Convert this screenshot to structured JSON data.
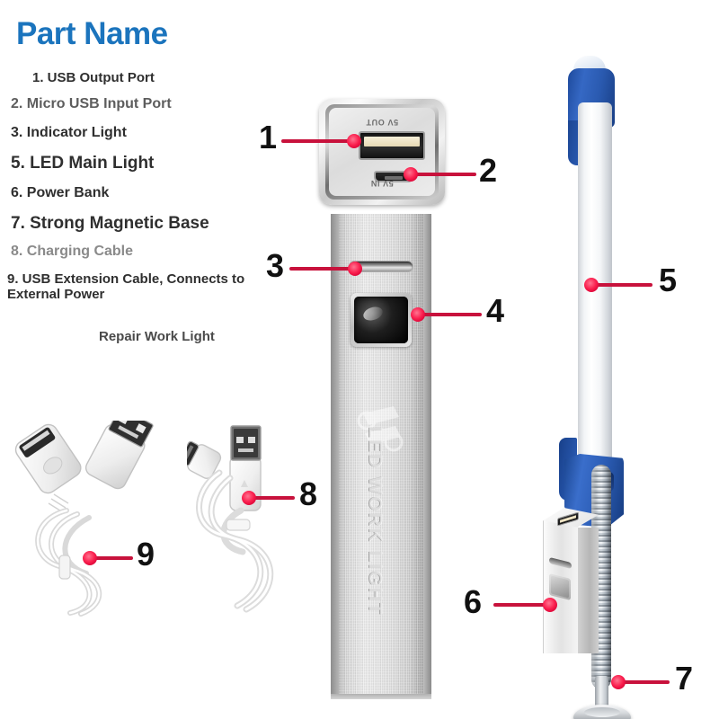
{
  "page": {
    "title": "Part Name",
    "title_color": "#1b74bd",
    "caption": "Repair Work Light",
    "background": "#ffffff"
  },
  "parts_list": [
    {
      "n": "1",
      "label": "1. USB Output Port"
    },
    {
      "n": "2",
      "label": "2. Micro USB Input Port"
    },
    {
      "n": "3",
      "label": "3. Indicator Light"
    },
    {
      "n": "5",
      "label": "5. LED Main Light"
    },
    {
      "n": "6",
      "label": "6. Power Bank"
    },
    {
      "n": "7",
      "label": "7. Strong Magnetic Base"
    },
    {
      "n": "8",
      "label": "8. Charging Cable"
    },
    {
      "n": "9",
      "label": "9. USB Extension Cable, Connects to External Power"
    }
  ],
  "callouts": [
    {
      "n": "1",
      "target": "usb-output-port"
    },
    {
      "n": "2",
      "target": "micro-usb-input-port"
    },
    {
      "n": "3",
      "target": "indicator-light"
    },
    {
      "n": "4",
      "target": "led-main-light"
    },
    {
      "n": "5",
      "target": "led-lamp-tube"
    },
    {
      "n": "6",
      "target": "power-bank"
    },
    {
      "n": "7",
      "target": "magnetic-base"
    },
    {
      "n": "8",
      "target": "charging-cable"
    },
    {
      "n": "9",
      "target": "usb-extension-cable"
    }
  ],
  "product": {
    "port_module": {
      "out_label": "5V OUT",
      "in_label": "5V IN"
    },
    "bar_text": "LED WORK LIGHT"
  },
  "colors": {
    "title_blue": "#1b74bd",
    "leader_red": "#c8123c",
    "dot_red": "#fa1f4e",
    "lamp_blue": "#2b5cb4",
    "body_silver": "#d8d8d8",
    "list_text": "#2f2f2f",
    "list_text_muted": "#8a8a8a"
  }
}
